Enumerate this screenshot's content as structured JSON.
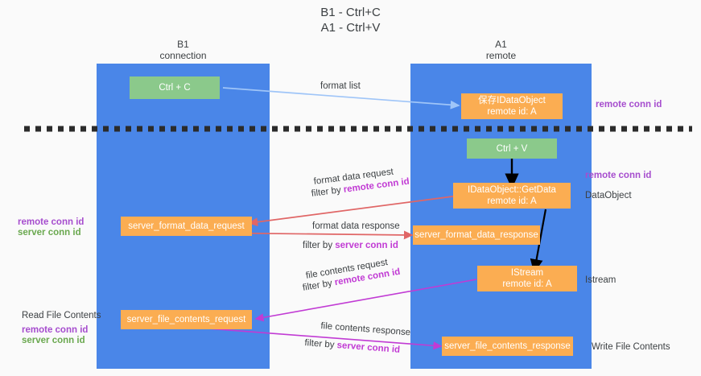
{
  "title": {
    "line1": "B1 - Ctrl+C",
    "line2": "A1 - Ctrl+V"
  },
  "columns": [
    {
      "id": "b1",
      "name": "B1",
      "sub": "connection"
    },
    {
      "id": "a1",
      "name": "A1",
      "sub": "remote"
    }
  ],
  "colors": {
    "lane": "#4a86e8",
    "green_box": "#8bc98b",
    "orange_box": "#fbad52",
    "purple_text": "#a64dce",
    "green_text": "#6aa84f",
    "magenta_text": "#c13bd4",
    "arrow_blue": "#9fc5f8",
    "arrow_red": "#e06666",
    "arrow_magenta": "#c13bd4",
    "arrow_black": "#000000",
    "background": "#fafafa",
    "text": "#3c4043"
  },
  "boxes": {
    "ctrl_c": {
      "label": "Ctrl + C",
      "style": "green"
    },
    "save_idataobject": {
      "line1": "保存IDataObject",
      "line2": "remote id: A",
      "style": "orange"
    },
    "ctrl_v": {
      "label": "Ctrl + V",
      "style": "green"
    },
    "getdata": {
      "line1": "IDataObject::GetData",
      "line2": "remote id: A",
      "style": "orange"
    },
    "server_format_data_request": {
      "label": "server_format_data_request",
      "style": "orange"
    },
    "server_format_data_response": {
      "label": "server_format_data_response",
      "style": "orange"
    },
    "istream": {
      "line1": "IStream",
      "line2": "remote id: A",
      "style": "orange"
    },
    "server_file_contents_request": {
      "label": "server_file_contents_request",
      "style": "orange"
    },
    "server_file_contents_response": {
      "label": "server_file_contents_response",
      "style": "orange"
    }
  },
  "edge_labels": {
    "format_list": "format list",
    "format_data_request": "format data request",
    "format_data_request_filter_prefix": "filter by ",
    "format_data_request_filter_key": "remote conn id",
    "format_data_response": "format data response",
    "format_data_response_filter_prefix": "filter by ",
    "format_data_response_filter_key": "server conn id",
    "file_contents_request": "file contents request",
    "file_contents_request_filter_prefix": "filter by ",
    "file_contents_request_filter_key": "remote conn id",
    "file_contents_response": "file contents response",
    "file_contents_response_filter_prefix": "filter by ",
    "file_contents_response_filter_key": "server conn id"
  },
  "right_annotations": [
    {
      "id": "remote-conn-id-top",
      "text": "remote conn id",
      "style": "purple"
    },
    {
      "id": "remote-conn-id-mid",
      "text": "remote conn id",
      "style": "purple"
    },
    {
      "id": "dataobject",
      "text": "DataObject",
      "style": "plain"
    },
    {
      "id": "istream",
      "text": "Istream",
      "style": "plain"
    },
    {
      "id": "write-file-contents",
      "text": "Write File Contents",
      "style": "plain"
    }
  ],
  "left_annotations": [
    {
      "id": "mid-remote-conn-id",
      "text": "remote conn id",
      "style": "purple"
    },
    {
      "id": "mid-server-conn-id",
      "text": "server conn id",
      "style": "green"
    },
    {
      "id": "read-file-contents",
      "text": "Read File Contents",
      "style": "plain"
    },
    {
      "id": "bottom-remote-conn-id",
      "text": "remote conn id",
      "style": "purple"
    },
    {
      "id": "bottom-server-conn-id",
      "text": "server conn id",
      "style": "green"
    }
  ]
}
